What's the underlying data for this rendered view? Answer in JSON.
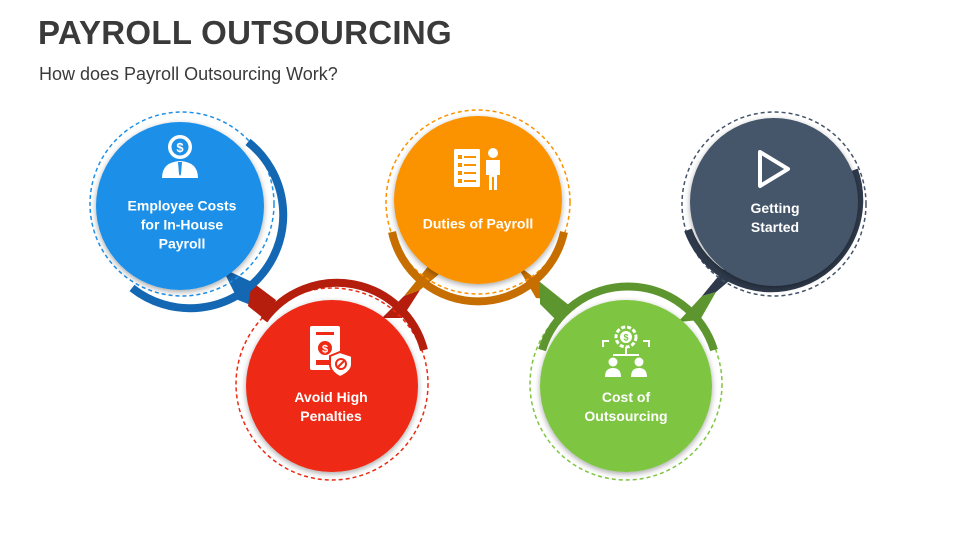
{
  "header": {
    "title": "PAYROLL OUTSOURCING",
    "subtitle": "How does Payroll Outsourcing Work?"
  },
  "steps": [
    {
      "label": "Employee Costs for In-House Payroll",
      "icon": "employee-dollar-icon",
      "color": "#1e90e8",
      "shade": "#1467b3"
    },
    {
      "label": "Avoid High Penalties",
      "icon": "invoice-shield-icon",
      "color": "#ee2a14",
      "shade": "#b51d0d"
    },
    {
      "label": "Duties of Payroll",
      "icon": "checklist-person-icon",
      "color": "#fb9200",
      "shade": "#c66f00"
    },
    {
      "label": "Cost of Outsourcing",
      "icon": "team-gear-icon",
      "color": "#7ec542",
      "shade": "#5d962e"
    },
    {
      "label": "Getting Started",
      "icon": "play-icon",
      "color": "#44546a",
      "shade": "#2e3a4b"
    }
  ]
}
